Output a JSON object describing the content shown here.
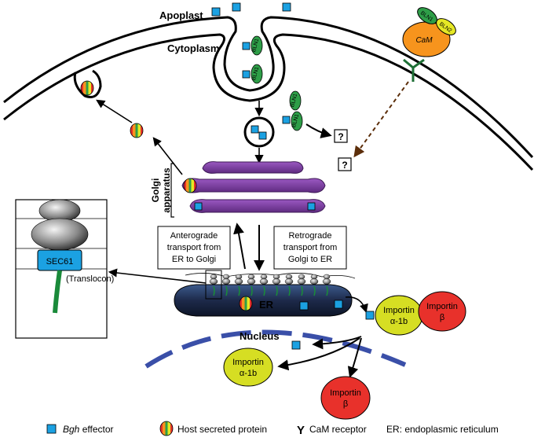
{
  "labels": {
    "apoplast": "Apoplast",
    "cytoplasm": "Cytoplasm",
    "golgi_line1": "Golgi",
    "golgi_line2": "apparatus",
    "anterograde": [
      "Anterograde",
      "transport from",
      "ER to Golgi"
    ],
    "retrograde": [
      "Retrograde",
      "transport from",
      "Golgi to ER"
    ],
    "sec61": "SEC61",
    "translocon": "(Translocon)",
    "er": "ER",
    "nucleus": "Nucleus",
    "cam": "CaM",
    "bln1": "BLN1",
    "bln2": "BLN2",
    "question": "?",
    "importin_alpha": [
      "Importin",
      "α-1b"
    ],
    "importin_beta": [
      "Importin",
      "β"
    ]
  },
  "legend": {
    "effector_italic": "Bgh",
    "effector_rest": " effector",
    "host_protein": "Host secreted protein",
    "receptor_symbol": "Y",
    "cam_receptor": "CaM receptor",
    "er_def": "ER: endoplasmic reticulum"
  },
  "colors": {
    "effector_blue": "#1ba1e2",
    "bln_green": "#2e9e48",
    "cam_orange": "#f7941d",
    "bln2_yellow": "#e6e825",
    "importin_yellow": "#d6de23",
    "importin_red": "#e8312b",
    "golgi_purple": "#7a3f98",
    "er_navy": "#1d2a4a",
    "nucleus_blue": "#3a4fa8",
    "receptor_green": "#1d6f35",
    "translocon_green": "#1a8a3a",
    "dashed_brown": "#5c2e0a"
  }
}
